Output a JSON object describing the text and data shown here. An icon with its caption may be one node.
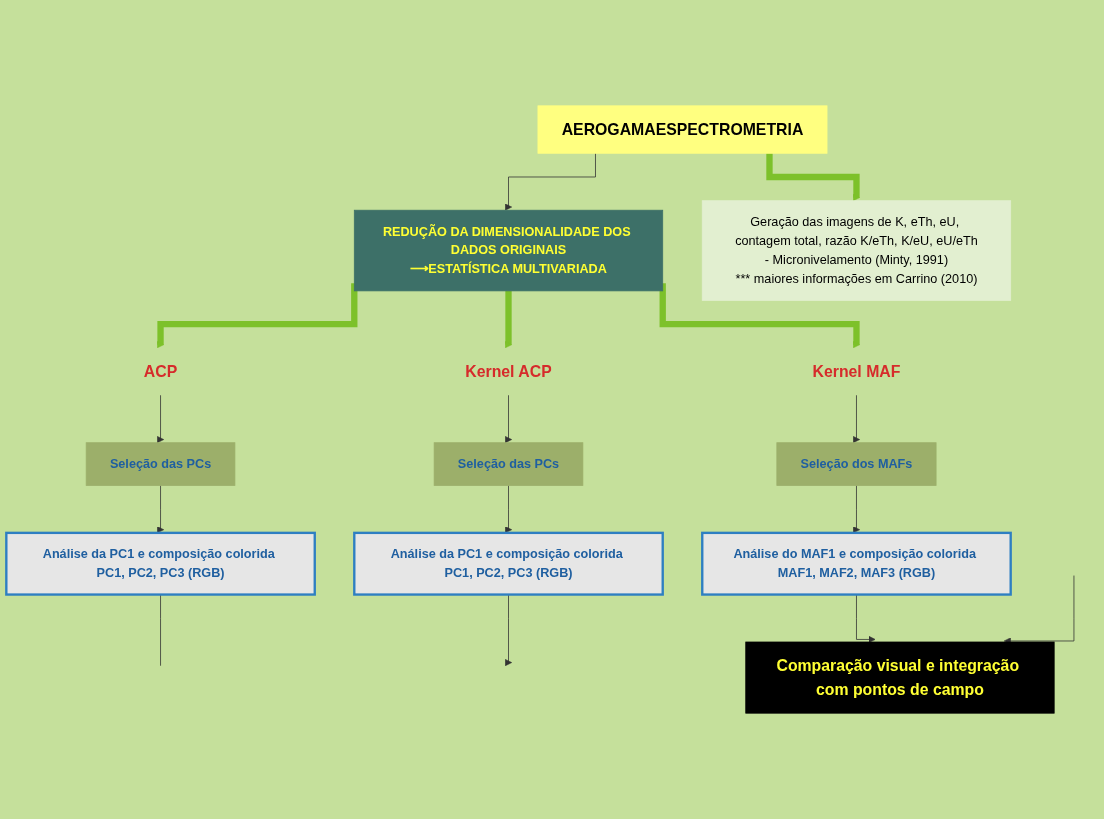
{
  "diagram": {
    "nodes": [
      {
        "text": [
          "AEROGAMAESPECTROMETRIA"
        ]
      },
      {
        "text": [
          "Geração das imagens de K, eTh, eU, contagem total, razão K/eTh, K/eU, eU/eTh",
          "- Micronivelamento (Minty, 1991)",
          "*** maiores informações em Carrino (2010)"
        ]
      },
      {
        "text": [
          "REDUÇÃO DA DIMENSIONALIDADE DOS DADOS ORIGINAIS",
          "⟶ESTATÍSTICA MULTIVARIADA"
        ]
      },
      {
        "text": [
          "Kernel MAF"
        ]
      },
      {
        "text": [
          "Seleção dos MAFs"
        ]
      },
      {
        "text": [
          "ACP"
        ]
      },
      {
        "text": [
          "Kernel ACP"
        ]
      },
      {
        "text": [
          "Seleção das PCs"
        ]
      },
      {
        "text": [
          "Seleção das PCs"
        ]
      },
      {
        "text": [
          "Análise do MAF1 e composição colorida MAF1, MAF2, MAF3 (RGB)"
        ]
      },
      {
        "text": [
          "Comparação visual e integração com pontos de campo"
        ]
      },
      {
        "text": [
          "Análise da PC1 e composição colorida PC1, PC2, PC3 (RGB)"
        ]
      },
      {
        "text": [
          "Análise da PC1 e composição colorida PC1, PC2, PC3 (RGB)"
        ]
      }
    ],
    "edges": [
      {
        "from": 0,
        "to": 2,
        "arrow": "to"
      },
      {
        "from": 2,
        "to": 5,
        "arrow": "to",
        "style": "thick",
        "color": "#7dc12a"
      },
      {
        "from": 2,
        "to": 6,
        "arrow": "to",
        "style": "thick",
        "color": "#7dc12a"
      },
      {
        "from": 2,
        "to": 3,
        "arrow": "to",
        "style": "thick",
        "color": "#7dc12a"
      },
      {
        "from": 5,
        "to": 7,
        "arrow": "to"
      },
      {
        "from": 6,
        "to": 8,
        "arrow": "to"
      },
      {
        "from": 3,
        "to": 4,
        "arrow": "to"
      },
      {
        "from": 7,
        "to": 11,
        "arrow": "to"
      },
      {
        "from": 8,
        "to": 12,
        "arrow": "to"
      },
      {
        "from": 4,
        "to": 9,
        "arrow": "to"
      },
      {
        "from": 9,
        "to": 10,
        "arrow": "to"
      },
      {
        "from": 11,
        "to": null,
        "arrow": "none"
      },
      {
        "from": 12,
        "to": null,
        "arrow": "to"
      },
      {
        "from": null,
        "to": 10,
        "arrow": "to"
      },
      {
        "from": 0,
        "to": 1,
        "arrow": "to",
        "style": "thick",
        "color": "#7dc12a"
      }
    ]
  }
}
